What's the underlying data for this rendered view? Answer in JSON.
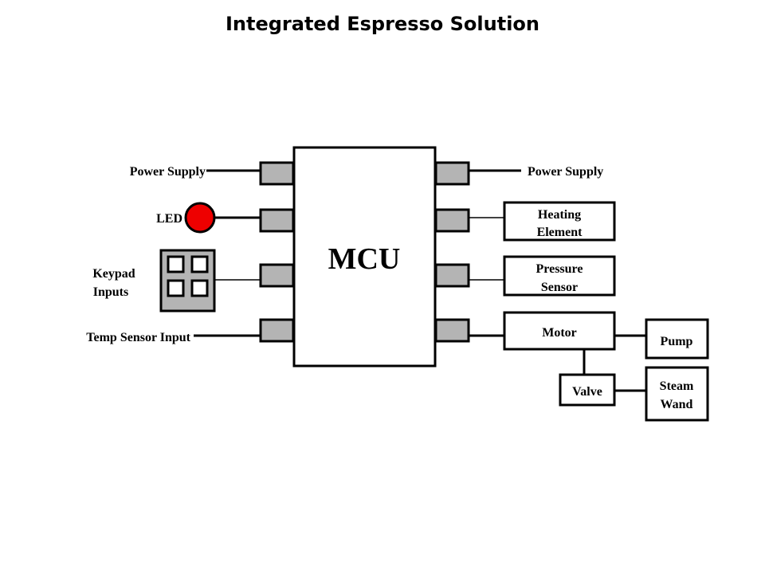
{
  "title": "Integrated Espresso Solution",
  "colors": {
    "pin_fill": "#b4b4b4",
    "led_fill": "#ee0000",
    "keypad_fill": "#b4b4b4",
    "stroke": "#000000",
    "box_fill": "#ffffff"
  },
  "mcu": {
    "label": "MCU"
  },
  "left_inputs": {
    "power_supply": "Power Supply",
    "led": "LED",
    "keypad_line1": "Keypad",
    "keypad_line2": "Inputs",
    "temp_sensor": "Temp Sensor Input"
  },
  "right_outputs": {
    "power_supply": "Power Supply",
    "heating_line1": "Heating",
    "heating_line2": "Element",
    "pressure_line1": "Pressure",
    "pressure_line2": "Sensor",
    "motor": "Motor",
    "pump": "Pump",
    "valve": "Valve",
    "steam_line1": "Steam",
    "steam_line2": "Wand"
  }
}
